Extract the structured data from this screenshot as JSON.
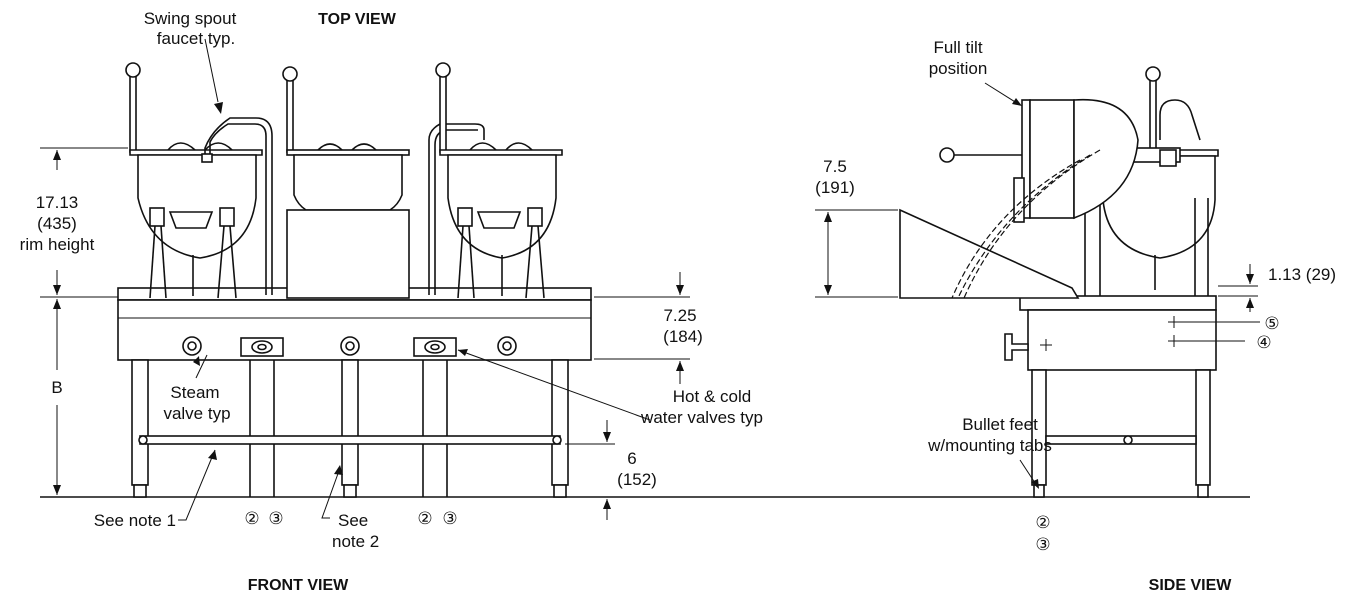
{
  "views": {
    "top": "TOP VIEW",
    "front": "FRONT VIEW",
    "side": "SIDE VIEW"
  },
  "callouts": {
    "swing_spout_1": "Swing spout",
    "swing_spout_2": "faucet typ.",
    "full_tilt_1": "Full tilt",
    "full_tilt_2": "position",
    "steam_valve_1": "Steam",
    "steam_valve_2": "valve typ",
    "hot_cold_1": "Hot & cold",
    "hot_cold_2": "water valves typ",
    "see_note_1": "See note 1",
    "see_note_2a": "See",
    "see_note_2b": "note 2",
    "bullet_feet_1": "Bullet feet",
    "bullet_feet_2": "w/mounting tabs"
  },
  "dimensions": {
    "rim_height_in": "17.13",
    "rim_height_mm": "(435)",
    "rim_height_label": "rim height",
    "b_label": "B",
    "dim_725_in": "7.25",
    "dim_725_mm": "(184)",
    "dim_6_in": "6",
    "dim_6_mm": "(152)",
    "dim_75_in": "7.5",
    "dim_75_mm": "(191)",
    "dim_113": "1.13 (29)"
  },
  "connections": {
    "c2": "②",
    "c3": "③",
    "c4": "④",
    "c5": "⑤"
  }
}
